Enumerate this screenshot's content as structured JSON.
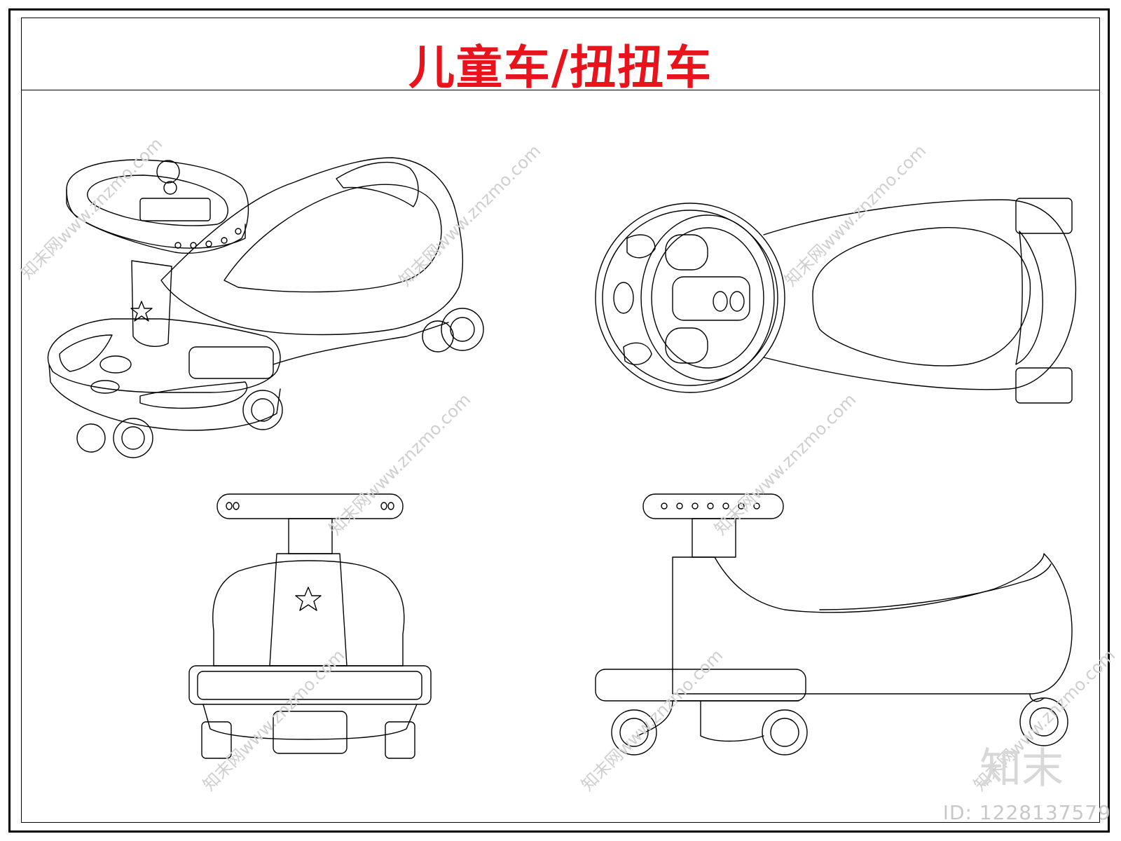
{
  "title": "儿童车/扭扭车",
  "title_color": "#e8131b",
  "watermark_text": "知末网www.znzmo.com",
  "brand_mark": "知末",
  "id_label": "ID: 1228137579",
  "line_color": "#000000",
  "views": [
    {
      "name": "isometric-view"
    },
    {
      "name": "top-view"
    },
    {
      "name": "front-view"
    },
    {
      "name": "side-view"
    }
  ]
}
